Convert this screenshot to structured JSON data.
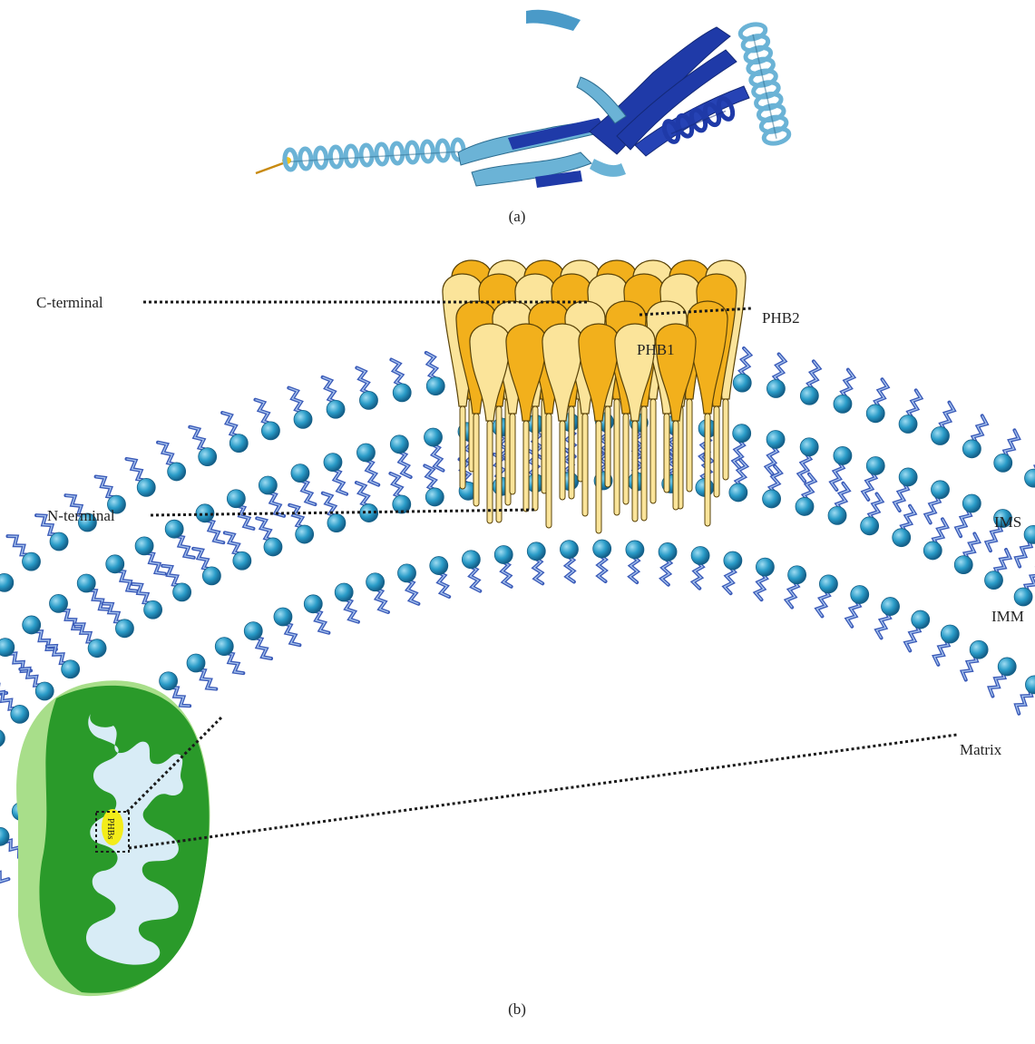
{
  "panel_a": {
    "caption": "(a)"
  },
  "panel_b": {
    "caption": "(b)",
    "labels": {
      "c_terminal": "C-terminal",
      "n_terminal": "N-terminal",
      "phb2": "PHB2",
      "phb1": "PHB1",
      "ims": "IMS",
      "imm": "IMM",
      "matrix": "Matrix",
      "phbs": "PHBs"
    }
  },
  "colors": {
    "helix_light": "#6bb3d6",
    "helix_dark": "#1f3aa8",
    "lipid_head": "#2a9cc8",
    "lipid_tail": "#3a5ab8",
    "phb_dark": "#f2b01c",
    "phb_light": "#fbe49a",
    "mito_dark": "#2a9a2a",
    "mito_light": "#a8de8a",
    "mito_cristae": "#d8ecf6",
    "phbs_yellow": "#f3ec1a"
  }
}
